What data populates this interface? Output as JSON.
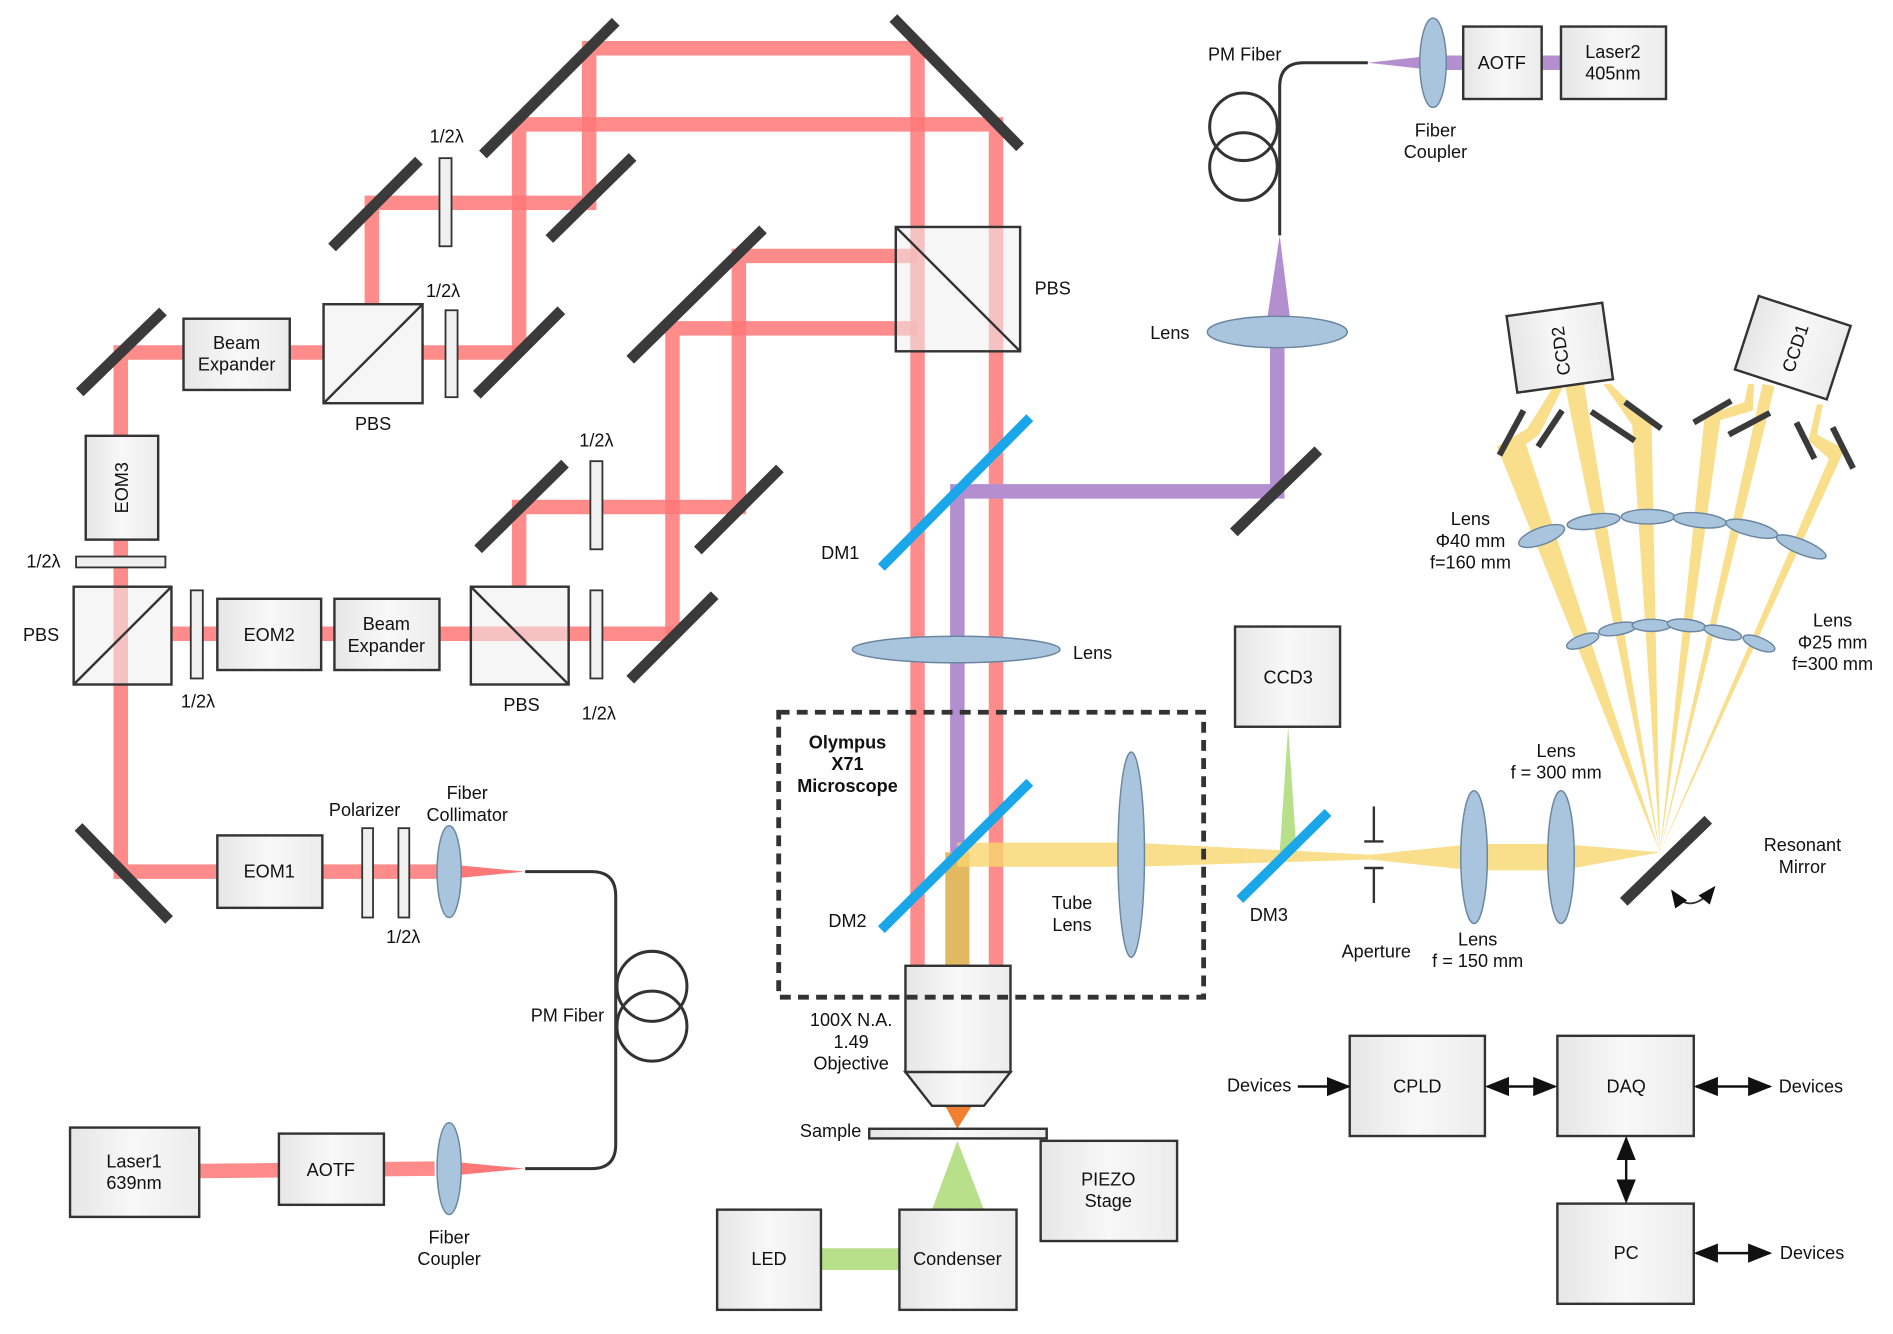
{
  "colors": {
    "red_beam": "#ff7777",
    "purple_beam": "#b48fd0",
    "yellow_beam": "#f7d66e",
    "green_beam": "#b8e08a",
    "dichroic": "#1aa7ea",
    "lens": "#a9c5de"
  },
  "laser1": [
    "Laser1",
    "639nm"
  ],
  "aotf1": "AOTF",
  "fiber_coupler1": [
    "Fiber",
    "Coupler"
  ],
  "pm_fiber1": "PM Fiber",
  "fiber_collimator": [
    "Fiber",
    "Collimator"
  ],
  "polarizer": "Polarizer",
  "half_wave": "1/2λ",
  "eom1": "EOM1",
  "eom2": "EOM2",
  "eom3": "EOM3",
  "pbs": "PBS",
  "beam_expander": [
    "Beam",
    "Expander"
  ],
  "laser2": [
    "Laser2",
    "405nm"
  ],
  "aotf2": "AOTF",
  "pm_fiber2": "PM Fiber",
  "fiber_coupler2": [
    "Fiber",
    "Coupler"
  ],
  "lens": "Lens",
  "dm1": "DM1",
  "dm2": "DM2",
  "dm3": "DM3",
  "microscope": [
    "Olympus",
    "X71",
    "Microscope"
  ],
  "tube_lens": [
    "Tube",
    "Lens"
  ],
  "objective": [
    "100X N.A.",
    "1.49",
    "Objective"
  ],
  "sample": "Sample",
  "piezo": [
    "PIEZO",
    "Stage"
  ],
  "led": "LED",
  "condenser": "Condenser",
  "ccd1": "CCD1",
  "ccd2": "CCD2",
  "ccd3": "CCD3",
  "aperture": "Aperture",
  "lens150": [
    "Lens",
    "f = 150 mm"
  ],
  "lens300": [
    "Lens",
    "f = 300 mm"
  ],
  "resonant_mirror": [
    "Resonant",
    "Mirror"
  ],
  "lens40": [
    "Lens",
    "Φ40 mm",
    "f=160 mm"
  ],
  "lens25": [
    "Lens",
    "Φ25 mm",
    "f=300 mm"
  ],
  "cpld": "CPLD",
  "daq": "DAQ",
  "pc": "PC",
  "devices": "Devices"
}
